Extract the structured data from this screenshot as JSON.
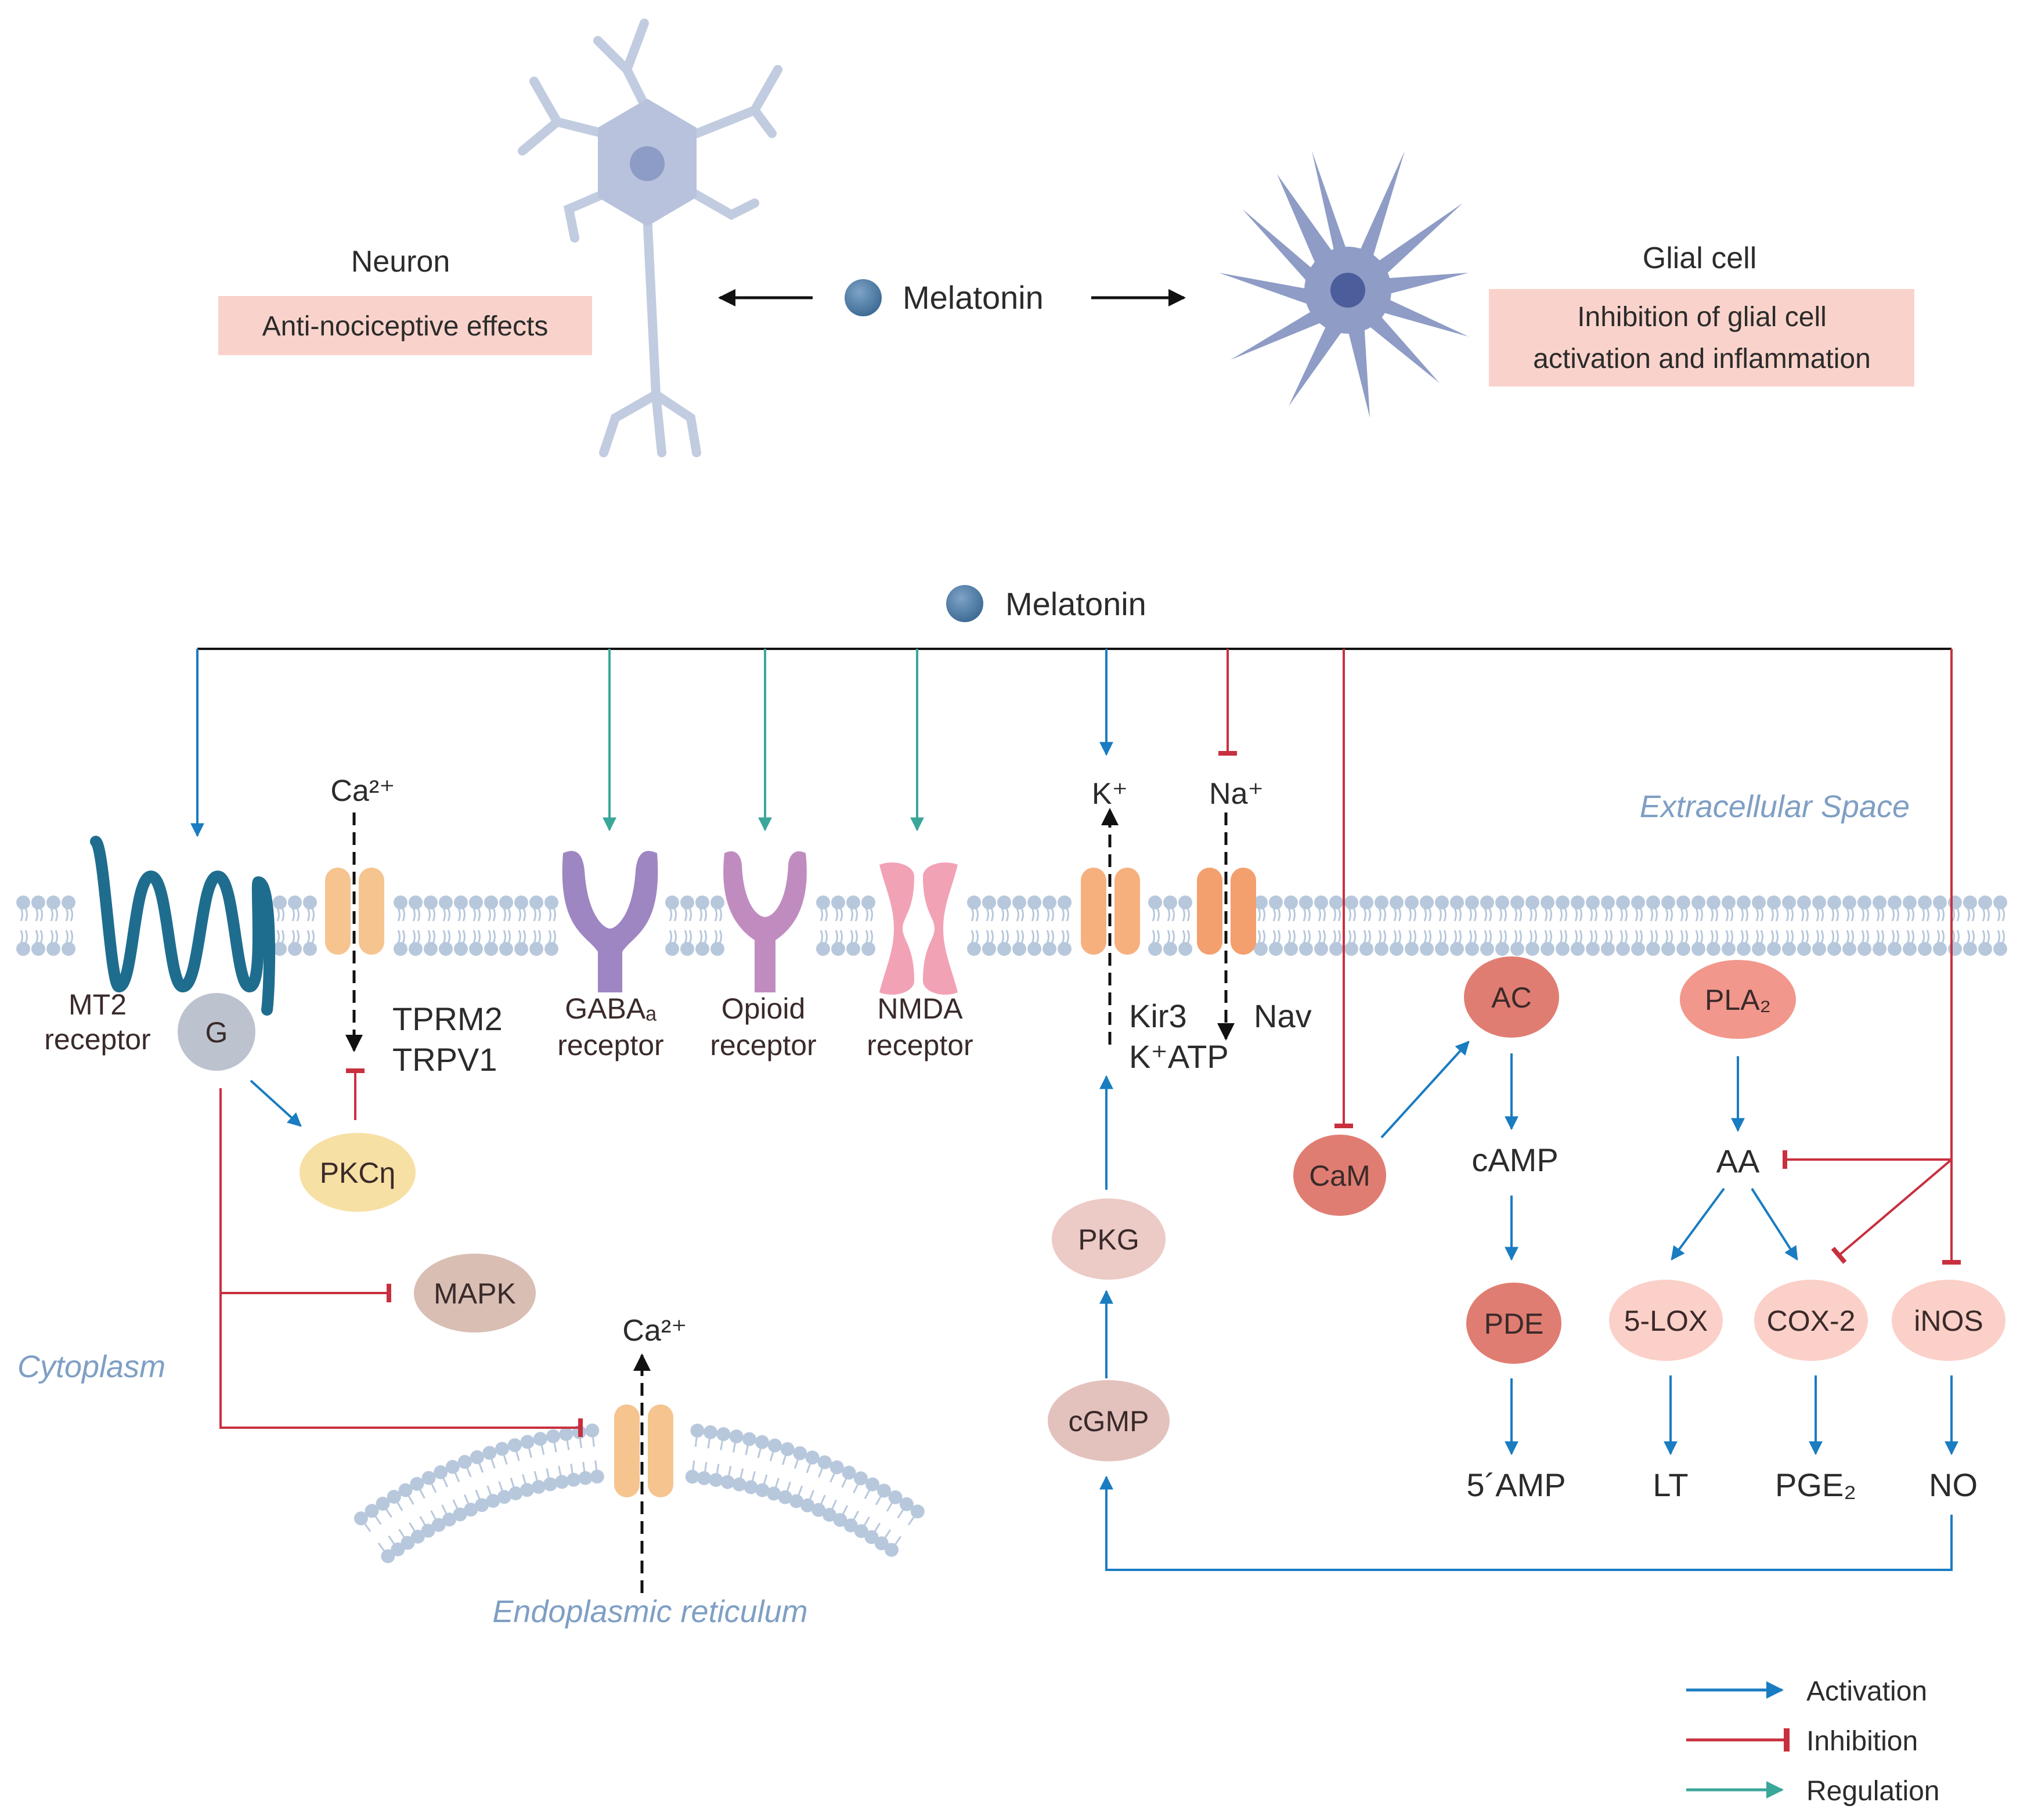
{
  "top": {
    "neuron_label": "Neuron",
    "neuron_effect": "Anti-nociceptive effects",
    "melatonin_label": "Melatonin",
    "glial_label": "Glial cell",
    "glial_effect_line1": "Inhibition of glial cell",
    "glial_effect_line2": "activation and inflammation"
  },
  "pathway": {
    "melatonin_label": "Melatonin",
    "extracellular": "Extracellular Space",
    "cytoplasm": "Cytoplasm",
    "er": "Endoplasmic reticulum",
    "mt2_line1": "MT2",
    "mt2_line2": "receptor",
    "g_protein": "G",
    "ca_top": "Ca²⁺",
    "trpm2": "TPRM2",
    "trpv1": "TRPV1",
    "pkc": "PKCη",
    "mapk": "MAPK",
    "ca_er": "Ca²⁺",
    "gaba_line1": "GABAₐ",
    "gaba_line2": "receptor",
    "opioid_line1": "Opioid",
    "opioid_line2": "receptor",
    "nmda_line1": "NMDA",
    "nmda_line2": "receptor",
    "k_plus": "K⁺",
    "na_plus": "Na⁺",
    "kir3": "Kir3",
    "katp": "K⁺ATP",
    "nav": "Nav",
    "pkg": "PKG",
    "cgmp": "cGMP",
    "cam": "CaM",
    "ac": "AC",
    "camp": "cAMP",
    "pde": "PDE",
    "amp5": "5´AMP",
    "pla2": "PLA₂",
    "aa": "AA",
    "lox5": "5-LOX",
    "cox2": "COX-2",
    "inos": "iNOS",
    "lt": "LT",
    "pge2": "PGE₂",
    "no": "NO"
  },
  "legend": {
    "activation": "Activation",
    "inhibition": "Inhibition",
    "regulation": "Regulation"
  },
  "colors": {
    "activation": "#1a7cc1",
    "inhibition": "#c8303f",
    "regulation": "#3aa79a",
    "membrane": "#b8c8dc",
    "effect_box": "#f9d3cb"
  }
}
